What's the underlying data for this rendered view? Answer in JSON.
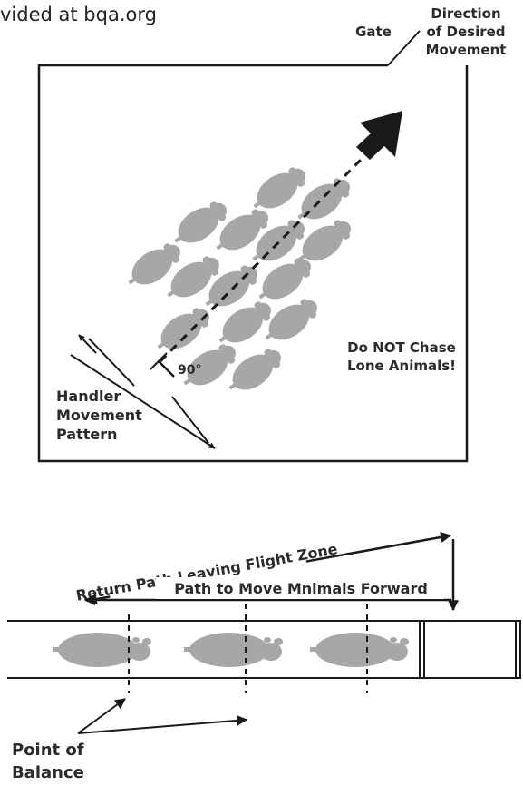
{
  "caption": "vided at bqa.org",
  "top_diagram": {
    "gate_label": "Gate",
    "direction_label": [
      "Direction",
      "of Desired",
      "Movement"
    ],
    "handler_label": [
      "Handler",
      "Movement",
      "Pattern"
    ],
    "angle_label": "90°",
    "warning_label": [
      "Do NOT Chase",
      "Lone Animals!"
    ]
  },
  "bottom_diagram": {
    "return_path_label": "Return Path Leaving Flight Zone",
    "forward_path_label": "Path to Move Mnimals Forward",
    "balance_label": [
      "Point of",
      "Balance"
    ]
  },
  "colors": {
    "animal": "#a7a7a7",
    "ink": "#1a1a1a"
  }
}
